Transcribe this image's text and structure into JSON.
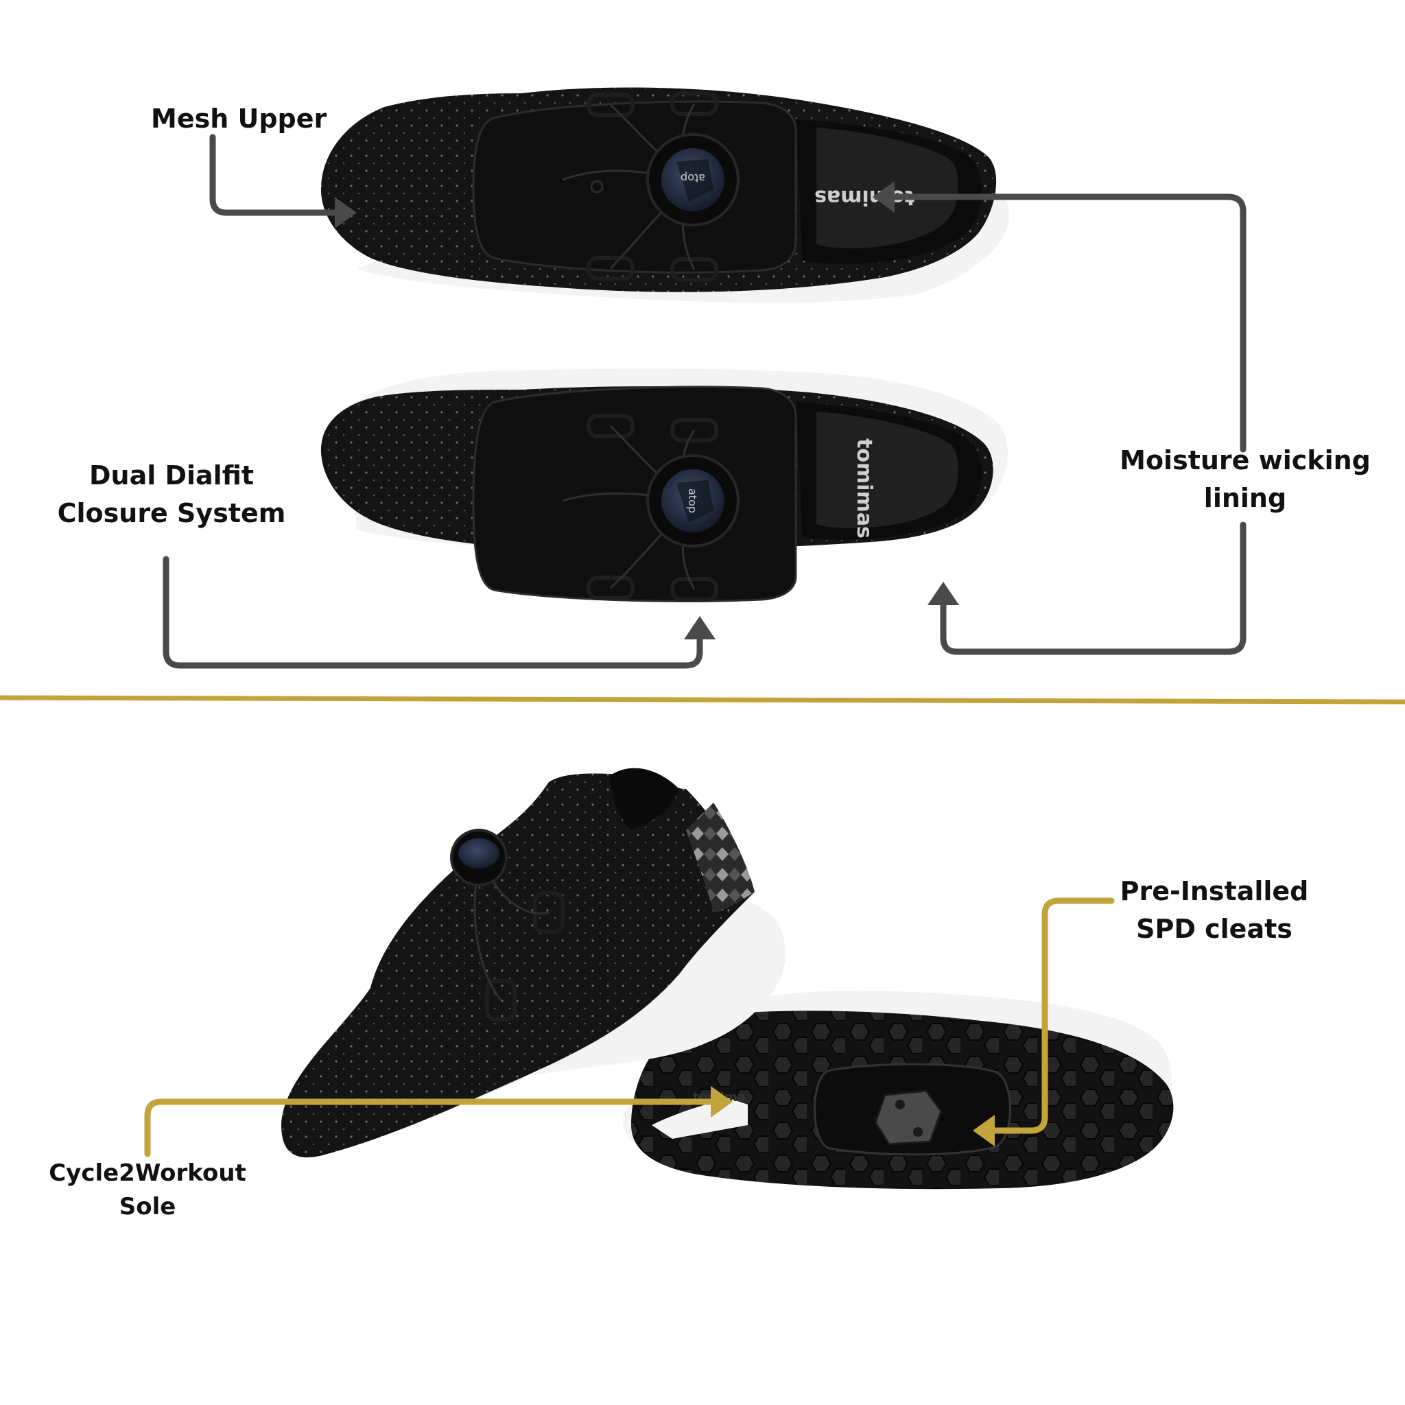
{
  "labels": {
    "mesh_upper": "Mesh Upper",
    "dual_dialfit_1": "Dual Dialfit",
    "dual_dialfit_2": "Closure System",
    "moisture_1": "Moisture wicking",
    "moisture_2": "lining",
    "pre_installed_1": "Pre-Installed",
    "pre_installed_2": "SPD cleats",
    "cycle2workout_1": "Cycle2Workout",
    "cycle2workout_2": "Sole"
  },
  "brand": {
    "insole_logo": "tomimas",
    "sole_logo": "tomima",
    "dial_text": "atop"
  },
  "colors": {
    "background": "#ffffff",
    "divider": "#c2a43a",
    "dark_arrow": "#4a4a4a",
    "gold_arrow": "#c2a43a",
    "shoe": "#141414",
    "sole": "#f4f4f4"
  }
}
